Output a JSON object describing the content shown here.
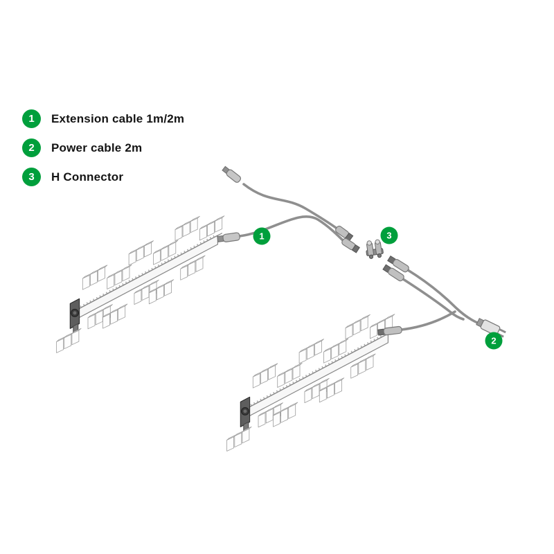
{
  "legend": {
    "items": [
      {
        "number": "1",
        "label": "Extension cable 1m/2m"
      },
      {
        "number": "2",
        "label": "Power cable 2m"
      },
      {
        "number": "3",
        "label": "H Connector"
      }
    ]
  },
  "diagram": {
    "badge_extension": "1",
    "badge_power": "2",
    "badge_h_connector": "3"
  },
  "colors": {
    "badge_green": "#009f3c",
    "cable_gray": "#8f8f8f"
  }
}
